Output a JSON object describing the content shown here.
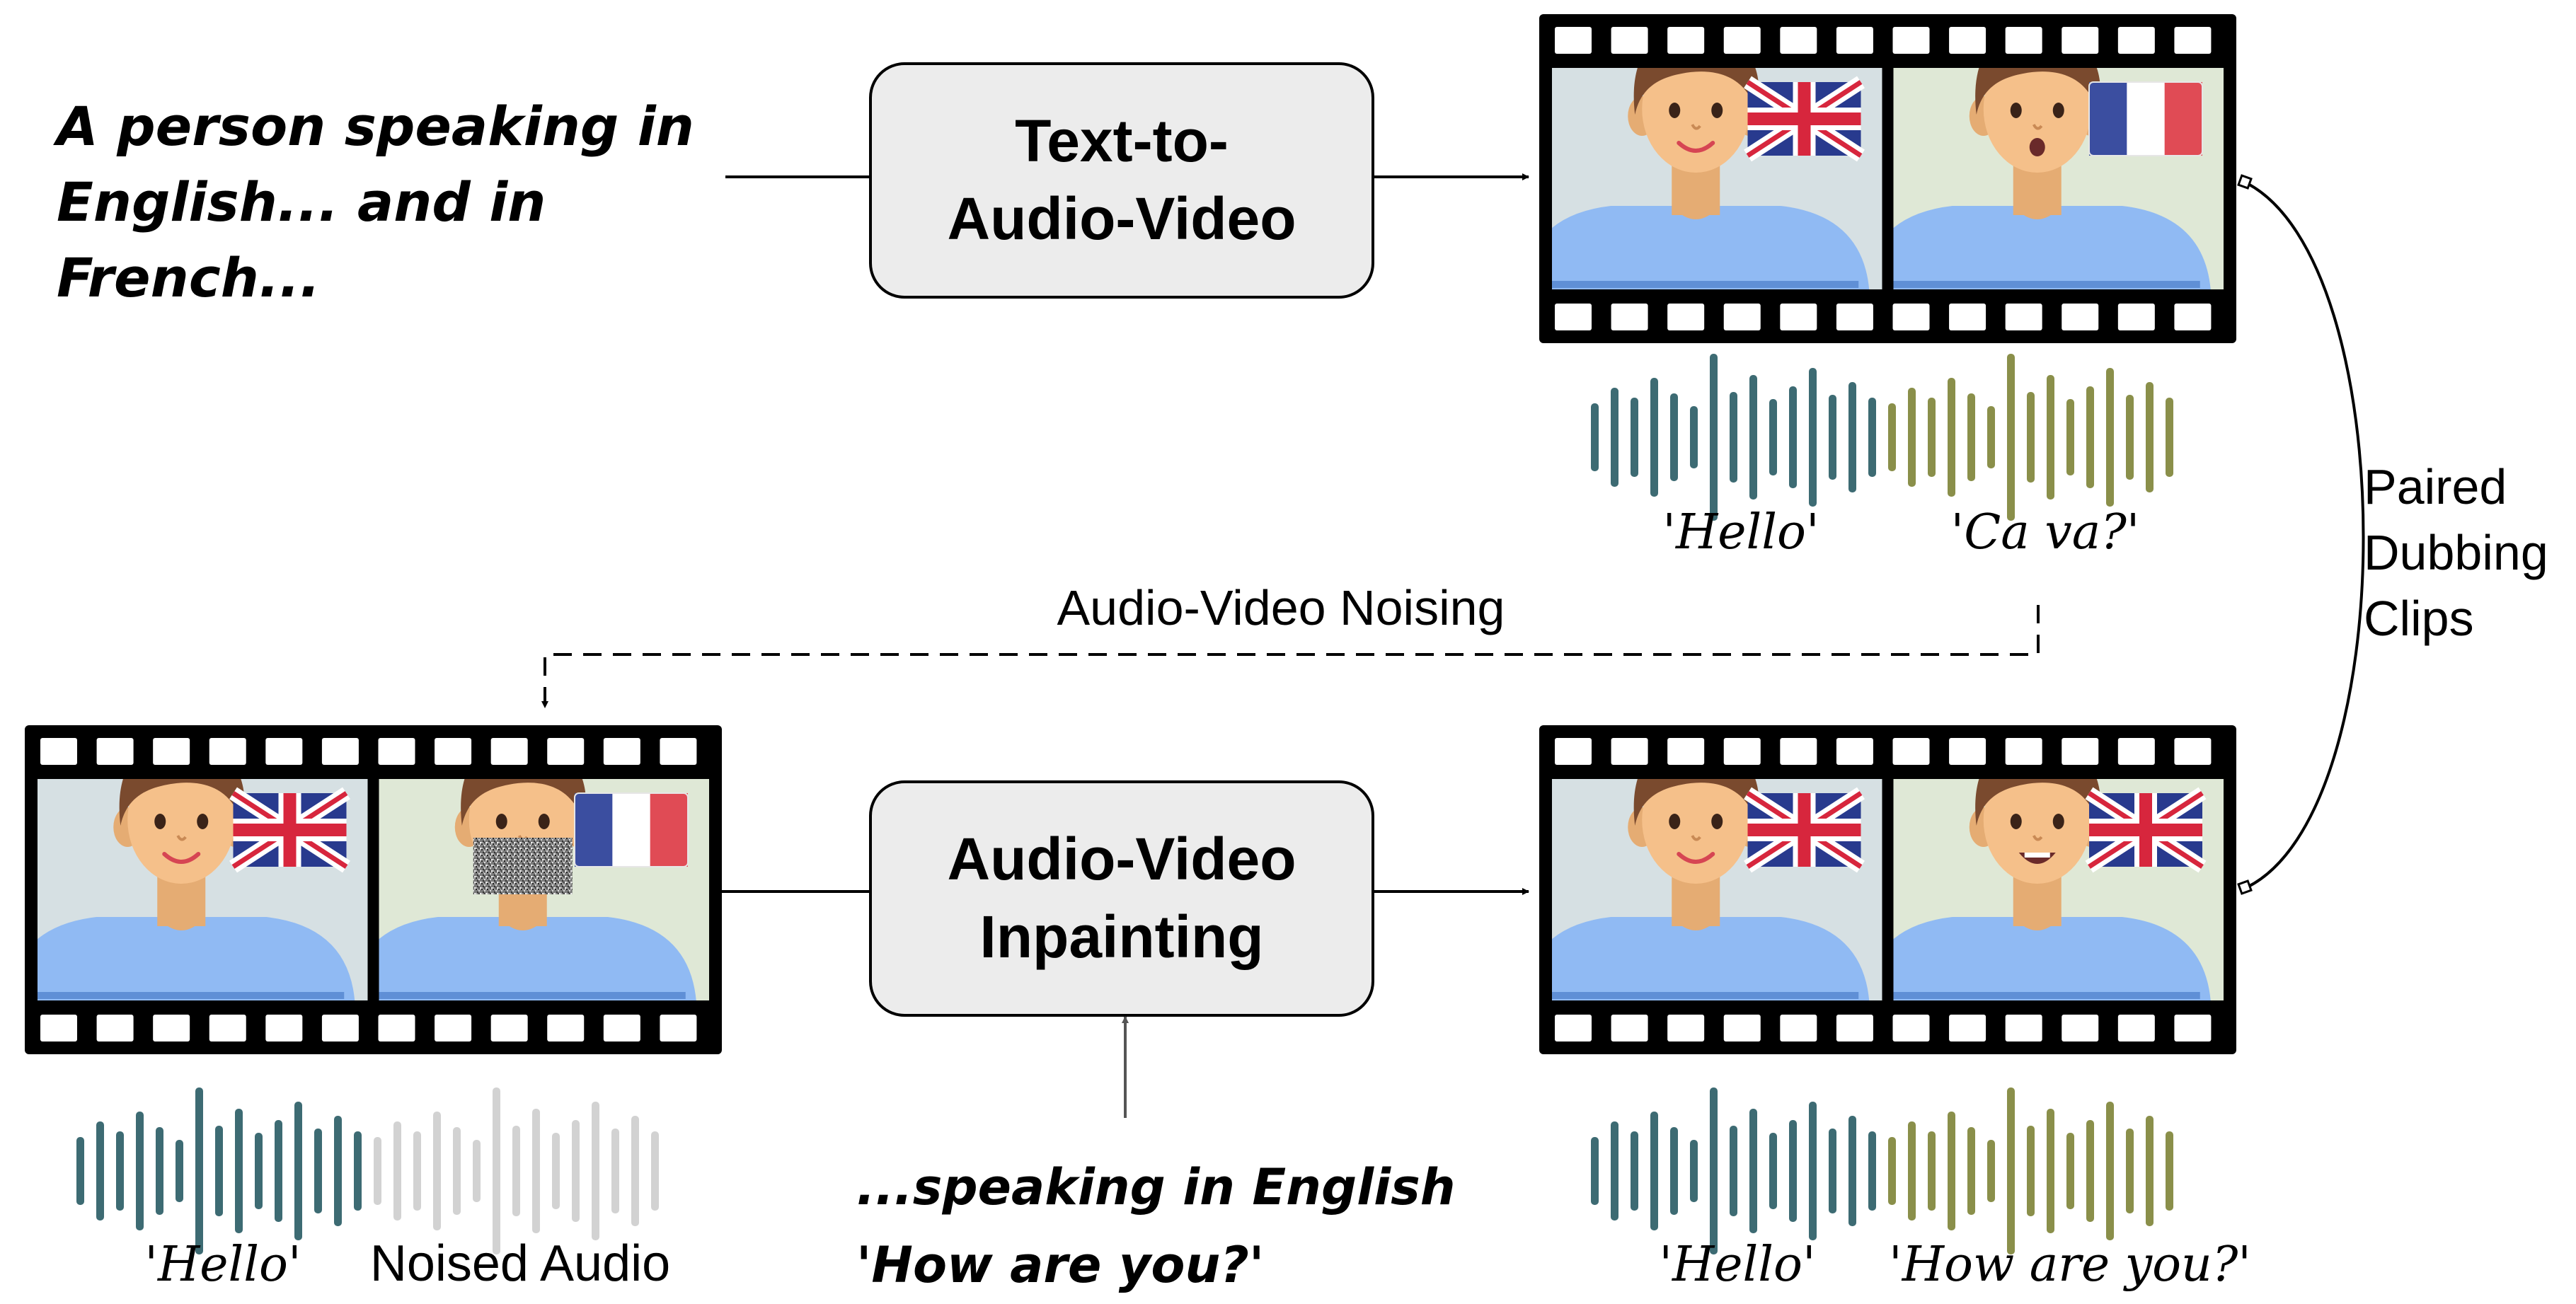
{
  "prompt_text": [
    "A person speaking in",
    "English... and in",
    "French..."
  ],
  "t2av_box": [
    "Text-to-",
    "Audio-Video"
  ],
  "inpaint_box": [
    "Audio-Video",
    "Inpainting"
  ],
  "noising_label": "Audio-Video Noising",
  "paired_label": [
    "Paired",
    "Dubbing",
    "Clips"
  ],
  "top_wave_labels": [
    "'Hello'",
    "'Ca va?'"
  ],
  "bottom_left_wave_labels": [
    "'Hello'",
    "Noised Audio"
  ],
  "bottom_right_wave_labels": [
    "'Hello'",
    "'How are you?'"
  ],
  "condition_text": [
    "...speaking in English",
    "'How are you?'"
  ],
  "colors": {
    "wave_primary": "#3d6b73",
    "wave_french": "#8a8f4a",
    "wave_noised": "#d2d2d2",
    "panel_blue": "#d6e0e3",
    "panel_green": "#dfe8d6",
    "box_fill": "#ececec",
    "skin": "#f5c08a",
    "hair": "#7a4a2e",
    "shirt": "#90baf3"
  }
}
